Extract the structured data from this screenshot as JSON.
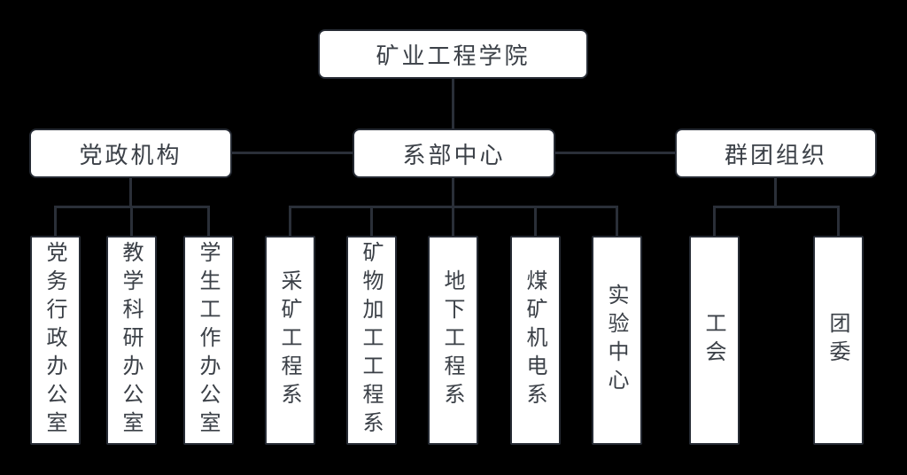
{
  "chart": {
    "type": "org-chart",
    "root": {
      "label": "矿业工程学院"
    },
    "groups": [
      {
        "label": "党政机构",
        "children": [
          {
            "label": "党务行政办公室"
          },
          {
            "label": "教学科研办公室"
          },
          {
            "label": "学生工作办公室"
          }
        ]
      },
      {
        "label": "系部中心",
        "children": [
          {
            "label": "采矿工程系"
          },
          {
            "label": "矿物加工工程系"
          },
          {
            "label": "地下工程系"
          },
          {
            "label": "煤矿机电系"
          },
          {
            "label": "实验中心"
          }
        ]
      },
      {
        "label": "群团组织",
        "children": [
          {
            "label": "工会"
          },
          {
            "label": "团委"
          }
        ]
      }
    ],
    "colors": {
      "bg": "#000000",
      "box_fill": "#ffffff",
      "box_border": "#262b34",
      "line": "#2a2f38",
      "text": "#3b4047"
    }
  }
}
